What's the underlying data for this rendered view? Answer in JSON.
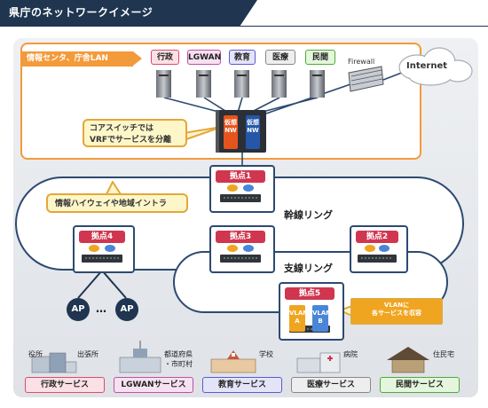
{
  "header": {
    "title": "県庁のネットワークイメージ"
  },
  "datacenter": {
    "label": "情報センタ、庁舎LAN",
    "networks": [
      {
        "label": "行政",
        "bg": "#fbe0e5",
        "border": "#d94c6e"
      },
      {
        "label": "LGWAN",
        "bg": "#f7e1f1",
        "border": "#c04fa5"
      },
      {
        "label": "教育",
        "bg": "#e4e4f9",
        "border": "#5a5ad0"
      },
      {
        "label": "医療",
        "bg": "#eeeeee",
        "border": "#888888"
      },
      {
        "label": "民間",
        "bg": "#e4f6dc",
        "border": "#4faa3a"
      }
    ],
    "firewall_label": "Firewall",
    "internet_label": "Internet",
    "virtual_nw": [
      "仮想NW",
      "仮想NW"
    ]
  },
  "callouts": {
    "core": [
      "コアスイッチでは",
      "VRFでサービスを分離"
    ],
    "highway": "情報ハイウェイや地域イントラ",
    "vlan": [
      "VLANに",
      "各サービスを収容"
    ]
  },
  "rings": {
    "trunk": "幹線リング",
    "branch": "支線リング"
  },
  "nodes": {
    "n1": "拠点1",
    "n2": "拠点2",
    "n3": "拠点3",
    "n4": "拠点4",
    "n5": "拠点5"
  },
  "vlans": [
    "VLAN A",
    "VLAN B"
  ],
  "ap": {
    "left": "AP",
    "right": "AP",
    "dots": "…"
  },
  "places": {
    "p1": "役所",
    "p2": "出張所",
    "p3": "都道府県",
    "p4": "・市町村",
    "p5": "学校",
    "p6": "病院",
    "p7": "住民宅"
  },
  "services": [
    {
      "label": "行政サービス",
      "bg": "#fbe0e5",
      "border": "#d94c6e"
    },
    {
      "label": "LGWANサービス",
      "bg": "#f7e1f1",
      "border": "#c04fa5"
    },
    {
      "label": "教育サービス",
      "bg": "#e4e4f9",
      "border": "#5a5ad0"
    },
    {
      "label": "医療サービス",
      "bg": "#eeeeee",
      "border": "#888888"
    },
    {
      "label": "民間サービス",
      "bg": "#e4f6dc",
      "border": "#4faa3a"
    }
  ],
  "colors": {
    "title_bar": "#1f3550",
    "accent_orange": "#f39a3a",
    "node_red": "#d0364f",
    "ring": "#2c4a70"
  }
}
